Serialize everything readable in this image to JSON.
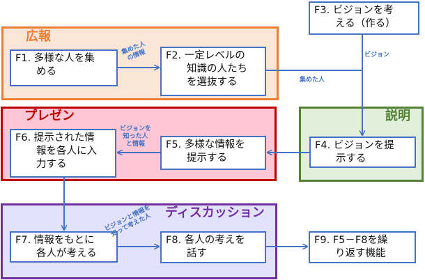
{
  "groups": {
    "pr": "広報",
    "presentation": "プレゼン",
    "explanation": "説明",
    "discussion": "ディスカッション"
  },
  "nodes": {
    "f1": {
      "first": "F1. 多様な人を集",
      "rest": "める"
    },
    "f2": {
      "first": "F2. 一定レベルの",
      "rest": "知識の人たち\nを選抜する"
    },
    "f3": {
      "first": "F3. ビジョンを考",
      "rest": "える（作る）"
    },
    "f4": {
      "first": "F4. ビジョンを提",
      "rest": "示する"
    },
    "f5": {
      "first": "F5. 多様な情報を",
      "rest": "提示する"
    },
    "f6": {
      "first": "F6. 提示された情",
      "rest": "報を各人に入\n力する"
    },
    "f7": {
      "first": "F7. 情報をもとに",
      "rest": "各人が考える"
    },
    "f8": {
      "first": "F8. 各人の考えを",
      "rest": "話す"
    },
    "f9": {
      "first": "F9. F5－F8を繰",
      "rest": "り返す機能"
    }
  },
  "edge_labels": {
    "f1_f2": "集めた人\nの情報",
    "f3_f4": "ビジョン",
    "f2_f4": "集めた人",
    "f5_f6": "ビジョンを\n知った人\nと情報",
    "f7_f8": "ビジョンと情報を\n知って考えた人"
  },
  "colors": {
    "connector": "#4472c4",
    "pr": "#ed7d31",
    "presentation": "#c00000",
    "explanation": "#548235",
    "discussion": "#7030a0"
  }
}
